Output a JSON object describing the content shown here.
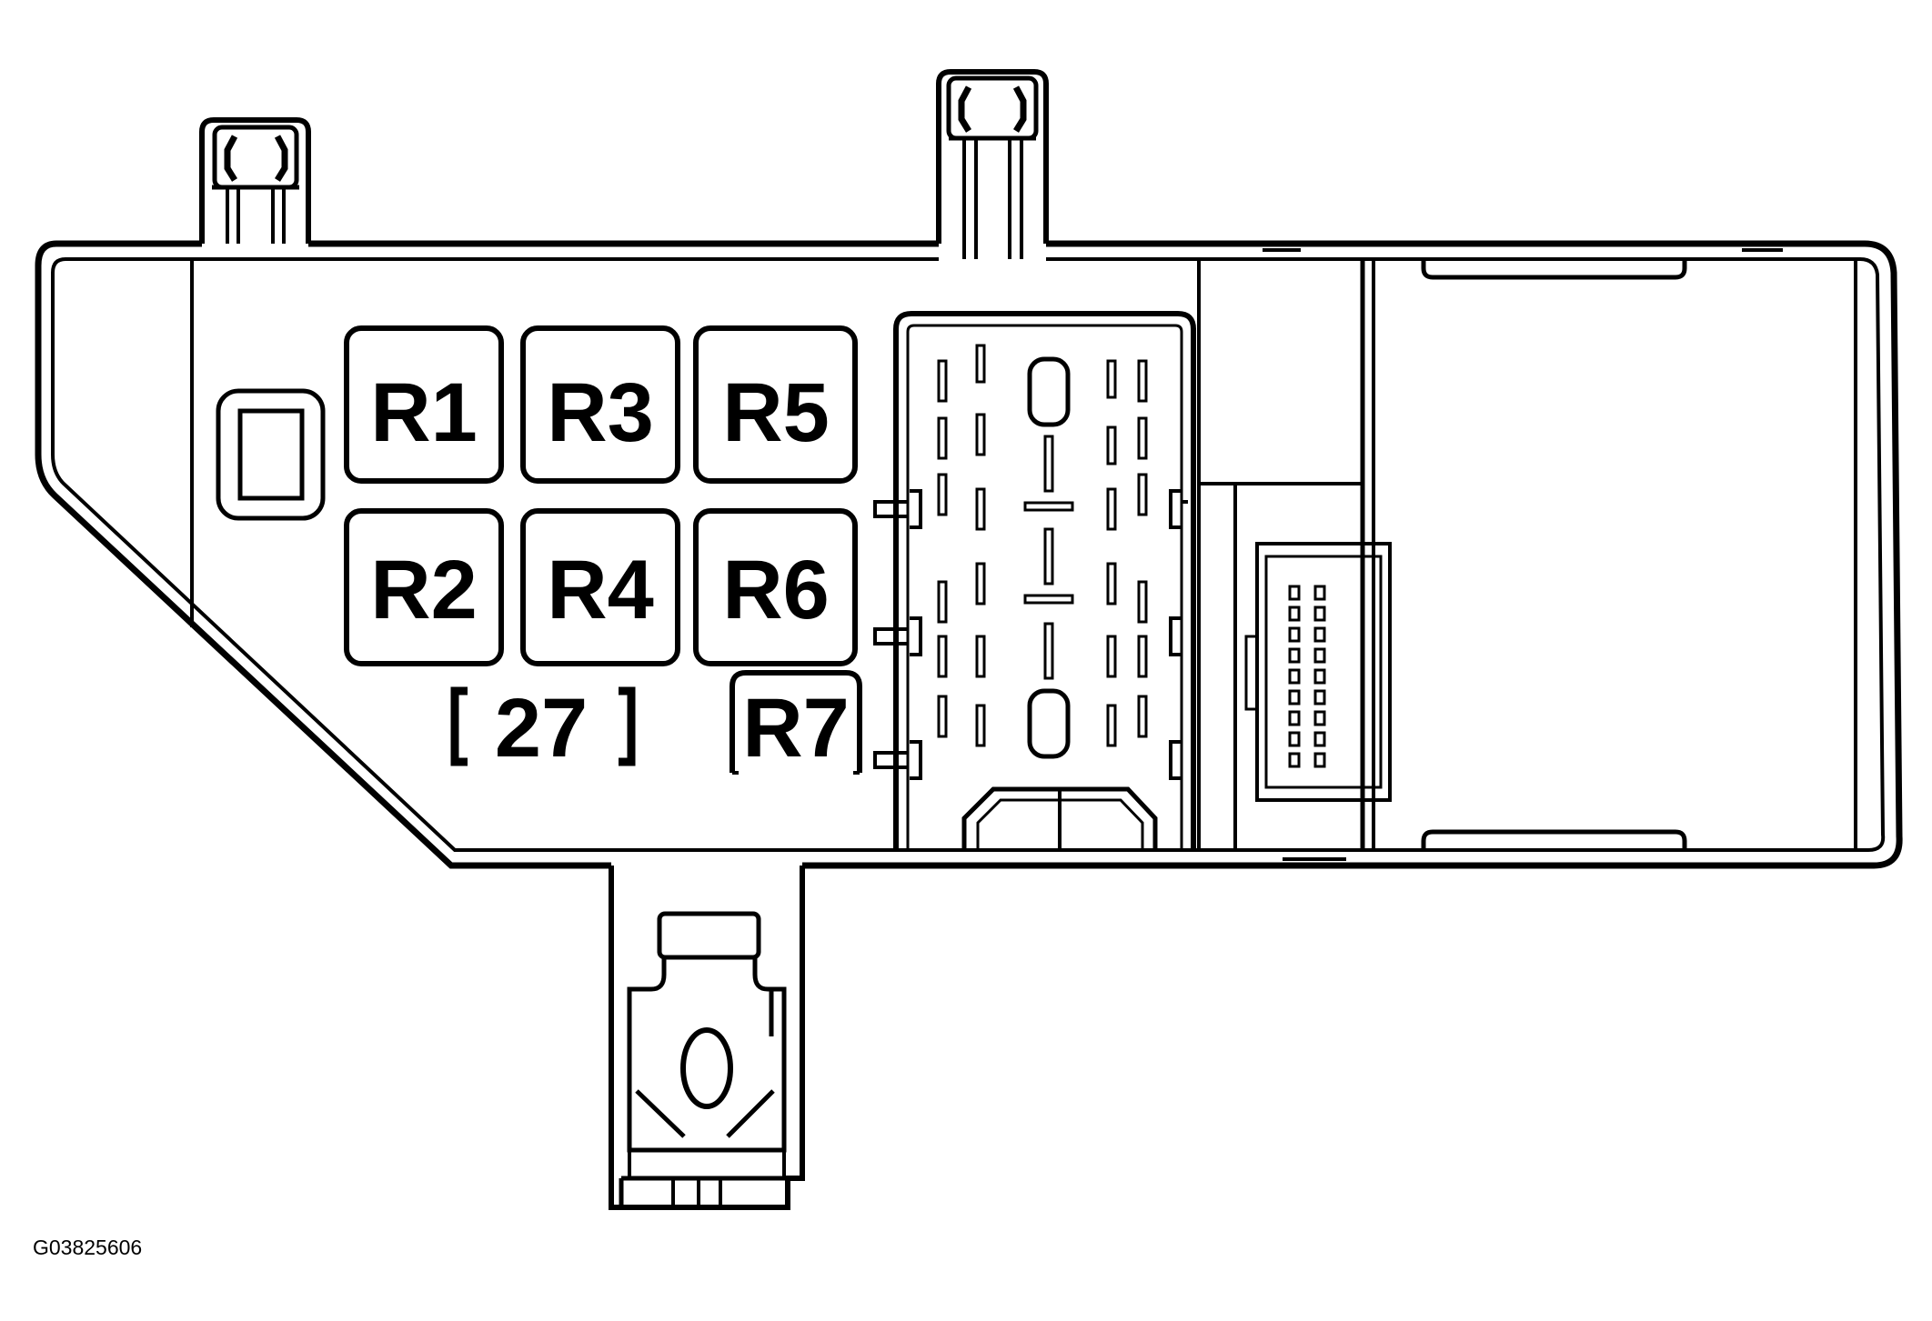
{
  "relays": [
    {
      "label": "R1"
    },
    {
      "label": "R3"
    },
    {
      "label": "R5"
    },
    {
      "label": "R2"
    },
    {
      "label": "R4"
    },
    {
      "label": "R6"
    },
    {
      "label": "R7"
    }
  ],
  "fuse": {
    "label": "27"
  },
  "figure_id": "G03825606",
  "colors": {
    "line": "#000000",
    "background": "#ffffff"
  }
}
